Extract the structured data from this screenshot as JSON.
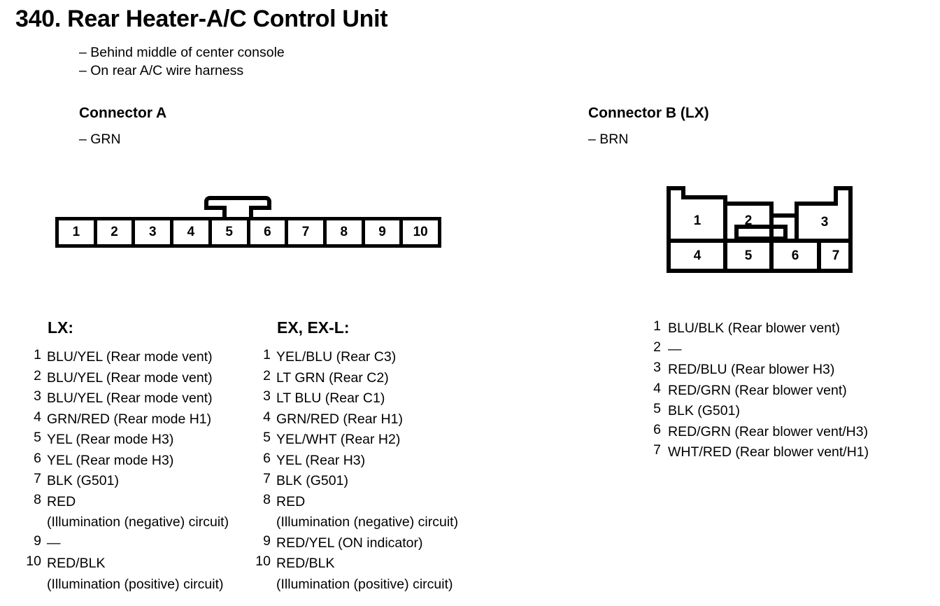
{
  "page": {
    "number": "340.",
    "title": "Rear Heater-A/C Control Unit",
    "full_title": "340. Rear Heater-A/C Control Unit",
    "notes": [
      "– Behind middle of center console",
      "– On rear A/C wire harness"
    ]
  },
  "connector_a": {
    "title": "Connector A",
    "color": "– GRN",
    "pin_count": 10,
    "cells": [
      "1",
      "2",
      "3",
      "4",
      "5",
      "6",
      "7",
      "8",
      "9",
      "10"
    ],
    "latch": "t-shaped-latch-tab"
  },
  "connector_b": {
    "title": "Connector B (LX)",
    "color": "– BRN",
    "pin_count": 7,
    "top_row": [
      "1",
      "2",
      "3"
    ],
    "bottom_row": [
      "4",
      "5",
      "6",
      "7"
    ],
    "latch": "center-recess-tab"
  },
  "lx_column": {
    "heading": "LX:",
    "pins": [
      {
        "num": "1",
        "value": "BLU/YEL (Rear mode vent)",
        "value2": ""
      },
      {
        "num": "2",
        "value": "BLU/YEL (Rear mode vent)",
        "value2": ""
      },
      {
        "num": "3",
        "value": "BLU/YEL (Rear mode vent)",
        "value2": ""
      },
      {
        "num": "4",
        "value": "GRN/RED (Rear mode H1)",
        "value2": ""
      },
      {
        "num": "5",
        "value": "YEL (Rear mode H3)",
        "value2": ""
      },
      {
        "num": "6",
        "value": "YEL (Rear mode H3)",
        "value2": ""
      },
      {
        "num": "7",
        "value": "BLK (G501)",
        "value2": ""
      },
      {
        "num": "8",
        "value": "RED",
        "value2": "(Illumination (negative) circuit)"
      },
      {
        "num": "9",
        "value": "—",
        "value2": ""
      },
      {
        "num": "10",
        "value": "RED/BLK",
        "value2": "(Illumination (positive) circuit)"
      }
    ]
  },
  "exl_column": {
    "heading": "EX, EX-L:",
    "pins": [
      {
        "num": "1",
        "value": "YEL/BLU (Rear C3)",
        "value2": ""
      },
      {
        "num": "2",
        "value": "LT GRN (Rear C2)",
        "value2": ""
      },
      {
        "num": "3",
        "value": "LT BLU (Rear C1)",
        "value2": ""
      },
      {
        "num": "4",
        "value": "GRN/RED (Rear H1)",
        "value2": ""
      },
      {
        "num": "5",
        "value": "YEL/WHT (Rear H2)",
        "value2": ""
      },
      {
        "num": "6",
        "value": "YEL (Rear H3)",
        "value2": ""
      },
      {
        "num": "7",
        "value": "BLK (G501)",
        "value2": ""
      },
      {
        "num": "8",
        "value": "RED",
        "value2": "(Illumination (negative) circuit)"
      },
      {
        "num": "9",
        "value": "RED/YEL (ON indicator)",
        "value2": ""
      },
      {
        "num": "10",
        "value": "RED/BLK",
        "value2": "(Illumination (positive) circuit)"
      }
    ]
  },
  "connb_column": {
    "heading": "",
    "pins": [
      {
        "num": "1",
        "value": "BLU/BLK (Rear blower vent)",
        "value2": ""
      },
      {
        "num": "2",
        "value": "—",
        "value2": ""
      },
      {
        "num": "3",
        "value": "RED/BLU (Rear blower H3)",
        "value2": ""
      },
      {
        "num": "4",
        "value": "RED/GRN (Rear blower vent)",
        "value2": ""
      },
      {
        "num": "5",
        "value": "BLK (G501)",
        "value2": ""
      },
      {
        "num": "6",
        "value": "RED/GRN (Rear blower vent/H3)",
        "value2": ""
      },
      {
        "num": "7",
        "value": "WHT/RED (Rear blower vent/H1)",
        "value2": ""
      }
    ]
  },
  "colors": {
    "ink": "#000000",
    "paper": "#ffffff"
  }
}
